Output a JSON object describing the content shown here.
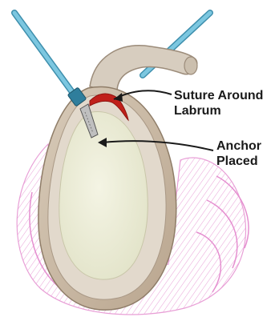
{
  "annotations": {
    "suture": {
      "line1": "Suture Around",
      "line2": "Labrum"
    },
    "anchor": {
      "line1": "Anchor",
      "line2": "Placed"
    }
  },
  "colors": {
    "capsule_pink": "#e58fd0",
    "glenoid_rim": "#c8b8a4",
    "glenoid_face": "#eeedd9",
    "labrum": "#dcd2c4",
    "instrument": "#5fb4d2",
    "suture": "#c0201a",
    "arrow": "#1a1a1a"
  },
  "icons": [
    "cannula-left",
    "cannula-right",
    "suture-anchor"
  ]
}
